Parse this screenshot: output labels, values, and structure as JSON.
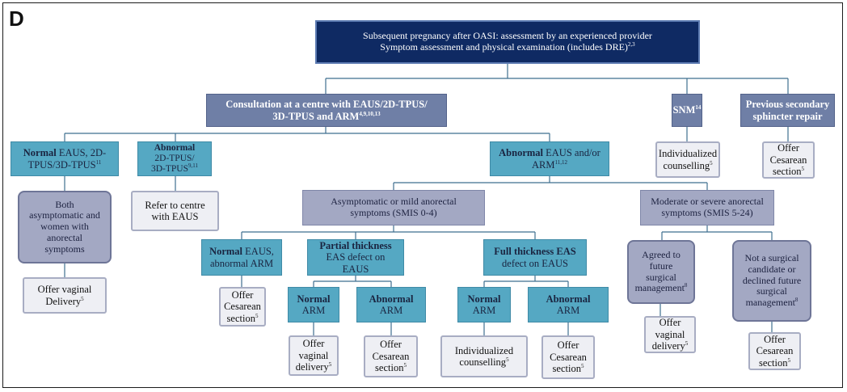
{
  "panel_label": "D",
  "top": {
    "line1": "Subsequent pregnancy after OASI: assessment by an experienced provider",
    "line2": "Symptom assessment and physical examination (includes DRE)",
    "line2_sup": "2,3"
  },
  "consultation": {
    "line1": "Consultation at a centre with EAUS/2D-TPUS/",
    "line2": "3D-TPUS and ARM",
    "sup": "4,9,10,13"
  },
  "snm": {
    "text": "SNM",
    "sup": "14"
  },
  "prev_repair": {
    "line1": "Previous secondary",
    "line2": "sphincter repair"
  },
  "snm_outcome": {
    "line1": "Individualized",
    "line2": "counselling",
    "sup": "5"
  },
  "prev_outcome": {
    "line1": "Offer",
    "line2": "Cesarean",
    "line3": "section",
    "sup": "5"
  },
  "normal_eaus": {
    "bold": "Normal",
    "rest": " EAUS, 2D-",
    "line2": "TPUS/3D-TPUS",
    "sup": "11"
  },
  "abnormal_2d": {
    "line1": "Abnormal",
    "line2": "2D-TPUS/",
    "line3": "3D-TPUS",
    "sup": "9,11"
  },
  "abnormal_eaus": {
    "bold": "Abnormal",
    "rest": " EAUS and/or",
    "line2": "ARM",
    "sup": "11,12"
  },
  "both_symptomatic": {
    "line1": "Both",
    "line2": "asymptomatic and",
    "line3": "women with",
    "line4": "anorectal",
    "line5": "symptoms"
  },
  "refer": {
    "line1": "Refer to centre",
    "line2": "with EAUS"
  },
  "offer_vaginal_delivery": {
    "line1": "Offer vaginal",
    "line2": "Delivery",
    "sup": "5"
  },
  "asymptomatic_mild": {
    "line1": "Asymptomatic or mild anorectal",
    "line2": "symptoms (SMIS 0-4)"
  },
  "moderate_severe": {
    "line1": "Moderate or severe anorectal",
    "line2": "symptoms (SMIS 5-24)"
  },
  "normal_eaus_abn_arm": {
    "bold": "Normal",
    "rest": " EAUS,",
    "line2": "abnormal ARM"
  },
  "partial_thickness": {
    "line1": "Partial thickness",
    "line2": "EAS defect on",
    "line3": "EAUS"
  },
  "full_thickness": {
    "line1": "Full thickness EAS",
    "line2": "defect on EAUS"
  },
  "agreed_surgical": {
    "line1": "Agreed to future",
    "line2": "surgical",
    "line3": "management",
    "sup": "8"
  },
  "not_candidate": {
    "line1": "Not a surgical",
    "line2": "candidate or",
    "line3": "declined future",
    "line4": "surgical",
    "line5": "management",
    "sup": "8"
  },
  "cesarean_a": {
    "line1": "Offer",
    "line2": "Cesarean",
    "line3": "section",
    "sup": "5"
  },
  "partial_normal_arm": {
    "bold": "Normal",
    "line2": "ARM"
  },
  "partial_abnormal_arm": {
    "bold": "Abnormal",
    "line2": "ARM"
  },
  "full_normal_arm": {
    "bold": "Normal",
    "line2": "ARM"
  },
  "full_abnormal_arm": {
    "bold": "Abnormal",
    "line2": "ARM"
  },
  "vaginal_b": {
    "line1": "Offer",
    "line2": "vaginal",
    "line3": "delivery",
    "sup": "5"
  },
  "cesarean_b": {
    "line1": "Offer",
    "line2": "Cesarean",
    "line3": "section",
    "sup": "5"
  },
  "individualized_b": {
    "line1": "Individualized",
    "line2": "counselling",
    "sup": "5"
  },
  "cesarean_c": {
    "line1": "Offer",
    "line2": "Cesarean",
    "line3": "section",
    "sup": "5"
  },
  "vaginal_c": {
    "line1": "Offer",
    "line2": "vaginal",
    "line3": "delivery",
    "sup": "5"
  },
  "cesarean_d": {
    "line1": "Offer",
    "line2": "Cesarean",
    "line3": "section",
    "sup": "5"
  },
  "colors": {
    "navy": "#0f2a63",
    "slate": "#6f7fa6",
    "teal": "#55a8c3",
    "lavender": "#a3a8c3",
    "outcome": "#eeeff4",
    "connector": "#3f6f8f"
  }
}
